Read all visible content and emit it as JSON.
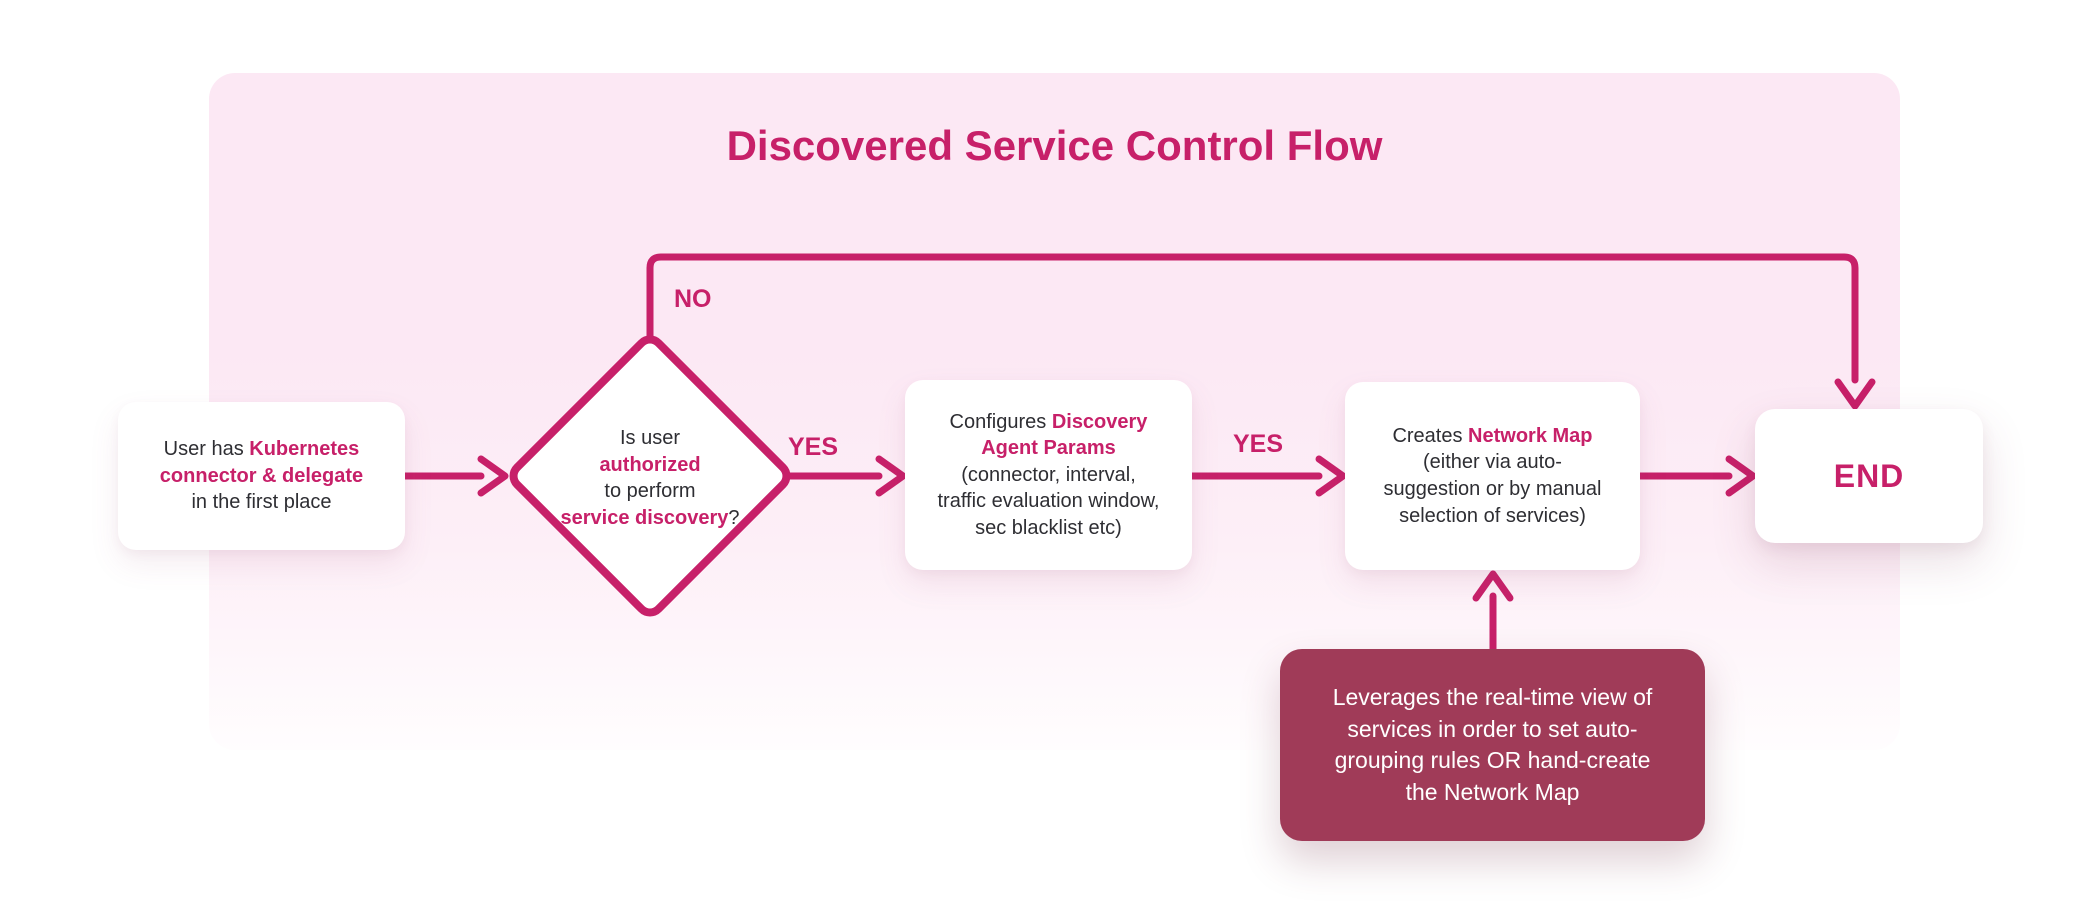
{
  "colors": {
    "accent": "#c72069",
    "canvas-bg": "#ffffff",
    "panel-top": "#fce8f4",
    "panel-mid": "#fdeff7",
    "panel-bottom": "#fffdfe",
    "node-bg": "#ffffff",
    "note-bg": "#a03b58",
    "note-text": "#ffffff",
    "body-text": "#2e2e33"
  },
  "title": "Discovered Service Control Flow",
  "nodes": {
    "start": {
      "segments": [
        {
          "t": "User has ",
          "em": false
        },
        {
          "t": "Kubernetes\nconnector & delegate",
          "em": true
        },
        {
          "t": "\nin the first place",
          "em": false
        }
      ]
    },
    "decision": {
      "segments": [
        {
          "t": "Is user\n",
          "em": false
        },
        {
          "t": "authorized",
          "em": true
        },
        {
          "t": "\nto perform\n",
          "em": false
        },
        {
          "t": "service discovery",
          "em": true
        },
        {
          "t": "?",
          "em": false
        }
      ]
    },
    "configure": {
      "segments": [
        {
          "t": "Configures ",
          "em": false
        },
        {
          "t": "Discovery\nAgent Params",
          "em": true
        },
        {
          "t": "\n(connector, interval,\ntraffic evaluation window,\nsec blacklist etc)",
          "em": false
        }
      ]
    },
    "create_map": {
      "segments": [
        {
          "t": "Creates ",
          "em": false
        },
        {
          "t": "Network Map",
          "em": true
        },
        {
          "t": "\n(either via auto-\nsuggestion or by manual\nselection of services)",
          "em": false
        }
      ]
    },
    "end": {
      "label": "END"
    },
    "note": {
      "text": "Leverages the real-time view of\nservices in order to set auto-\ngrouping rules OR hand-create\nthe Network Map"
    }
  },
  "edge_labels": {
    "yes1": "YES",
    "yes2": "YES",
    "no": "NO"
  }
}
